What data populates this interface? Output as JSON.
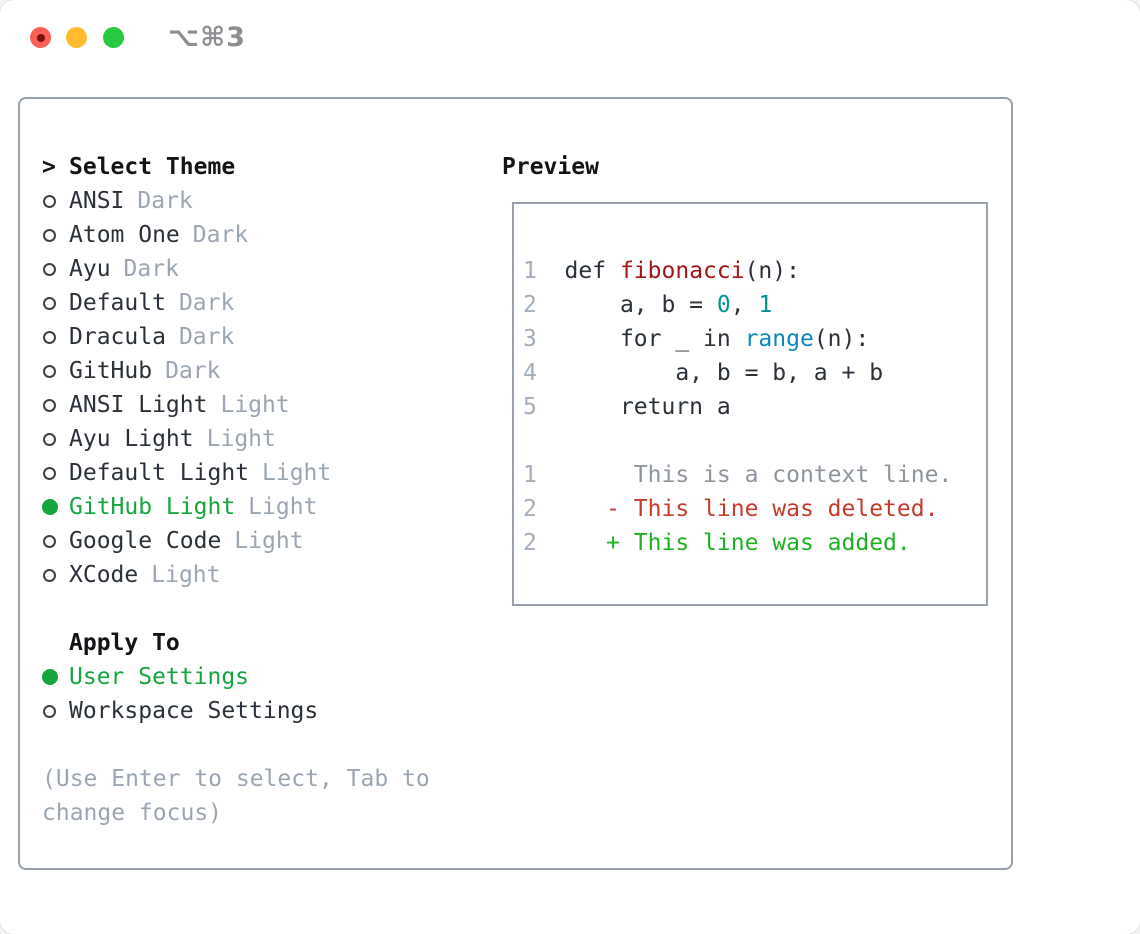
{
  "window": {
    "title": "⌥⌘3"
  },
  "titlebar_icons": {
    "close": "traffic-light-close-icon",
    "minimize": "traffic-light-minimize-icon",
    "zoom": "traffic-light-zoom-icon"
  },
  "colors": {
    "accent_green": "#16a53f",
    "panel_border": "#97a1ab",
    "text_dark": "#2b3138",
    "text_muted": "#9ba6b2",
    "line_number": "#a4adb8",
    "syntax_function_red": "#a31515",
    "syntax_number_teal": "#009496",
    "syntax_builtin_blue": "#0b87bd",
    "diff_context_gray": "#8d959e",
    "diff_deleted_red": "#c43c2c",
    "diff_added_green": "#1db123",
    "traffic_red": "#ff5f57",
    "traffic_yellow": "#febc2e",
    "traffic_green": "#28c840"
  },
  "theme_list": {
    "prefix": ">",
    "header": "Select Theme",
    "items": [
      {
        "name": "ANSI",
        "tag": "Dark",
        "selected": false
      },
      {
        "name": "Atom One",
        "tag": "Dark",
        "selected": false
      },
      {
        "name": "Ayu",
        "tag": "Dark",
        "selected": false
      },
      {
        "name": "Default",
        "tag": "Dark",
        "selected": false
      },
      {
        "name": "Dracula",
        "tag": "Dark",
        "selected": false
      },
      {
        "name": "GitHub",
        "tag": "Dark",
        "selected": false
      },
      {
        "name": "ANSI Light",
        "tag": "Light",
        "selected": false
      },
      {
        "name": "Ayu Light",
        "tag": "Light",
        "selected": false
      },
      {
        "name": "Default Light",
        "tag": "Light",
        "selected": false
      },
      {
        "name": "GitHub Light",
        "tag": "Light",
        "selected": true
      },
      {
        "name": "Google Code",
        "tag": "Light",
        "selected": false
      },
      {
        "name": "XCode",
        "tag": "Light",
        "selected": false
      }
    ]
  },
  "apply_to": {
    "header": "Apply To",
    "options": [
      {
        "label": "User Settings",
        "selected": true
      },
      {
        "label": "Workspace Settings",
        "selected": false
      }
    ]
  },
  "hint_lines": [
    "(Use Enter to select, Tab to",
    "change focus)"
  ],
  "preview": {
    "header": "Preview",
    "lines": [
      {
        "num": "1",
        "tokens": [
          {
            "t": "  def ",
            "c": "p"
          },
          {
            "t": "fibonacci",
            "c": "fn"
          },
          {
            "t": "(n):",
            "c": "p"
          }
        ]
      },
      {
        "num": "2",
        "tokens": [
          {
            "t": "      a, b = ",
            "c": "p"
          },
          {
            "t": "0",
            "c": "nm"
          },
          {
            "t": ", ",
            "c": "p"
          },
          {
            "t": "1",
            "c": "nm"
          }
        ]
      },
      {
        "num": "3",
        "tokens": [
          {
            "t": "      for _ in ",
            "c": "p"
          },
          {
            "t": "range",
            "c": "bi"
          },
          {
            "t": "(n):",
            "c": "p"
          }
        ]
      },
      {
        "num": "4",
        "tokens": [
          {
            "t": "          a, b = b, a + b",
            "c": "p"
          }
        ]
      },
      {
        "num": "5",
        "tokens": [
          {
            "t": "      return a",
            "c": "p"
          }
        ]
      },
      {
        "num": "",
        "tokens": []
      },
      {
        "num": "1",
        "tokens": [
          {
            "t": "       This is a context line.",
            "c": "ctx"
          }
        ]
      },
      {
        "num": "2",
        "tokens": [
          {
            "t": "     - This line was deleted.",
            "c": "del"
          }
        ]
      },
      {
        "num": "2",
        "tokens": [
          {
            "t": "     + This line was added.",
            "c": "add"
          }
        ]
      }
    ]
  }
}
